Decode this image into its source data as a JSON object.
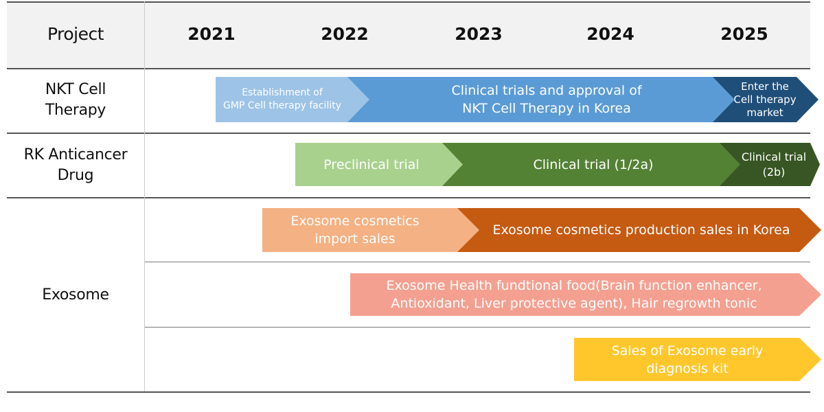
{
  "header": {
    "project_label": "Project",
    "years": [
      "2021",
      "2022",
      "2023",
      "2024",
      "2025"
    ]
  },
  "rows": {
    "nkt": {
      "label_line1": "NKT Cell",
      "label_line2": "Therapy",
      "bars": {
        "gmp": {
          "line1": "Establishment of",
          "line2": "GMP Cell therapy facility",
          "color": "#9dc3e6"
        },
        "clinical": {
          "line1": "Clinical trials and approval of",
          "line2": "NKT Cell Therapy in Korea",
          "color": "#5b9bd5"
        },
        "market": {
          "line1": "Enter the",
          "line2": "Cell therapy",
          "line3": "market",
          "color": "#1f4e79"
        }
      }
    },
    "rk": {
      "label_line1": "RK Anticancer",
      "label_line2": "Drug",
      "bars": {
        "preclinical": {
          "line1": "Preclinical trial",
          "color": "#a9d18e"
        },
        "clinical12a": {
          "line1": "Clinical trial (1/2a)",
          "color": "#548235"
        },
        "clinical2b": {
          "line1": "Clinical trial",
          "line2": "(2b)",
          "color": "#375623"
        }
      }
    },
    "exosome": {
      "label": "Exosome",
      "bars": {
        "import": {
          "line1": "Exosome cosmetics",
          "line2": "import sales",
          "color": "#f4b183"
        },
        "production": {
          "line1": "Exosome cosmetics production sales in Korea",
          "color": "#c55a11"
        },
        "health": {
          "line1": "Exosome Health fundtional food(Brain function enhancer,",
          "line2": "Antioxidant, Liver protective agent), Hair regrowth tonic",
          "color": "#f4a090"
        },
        "kit": {
          "line1": "Sales of Exosome early",
          "line2": "diagnosis kit",
          "color": "#ffc72c"
        }
      }
    }
  }
}
